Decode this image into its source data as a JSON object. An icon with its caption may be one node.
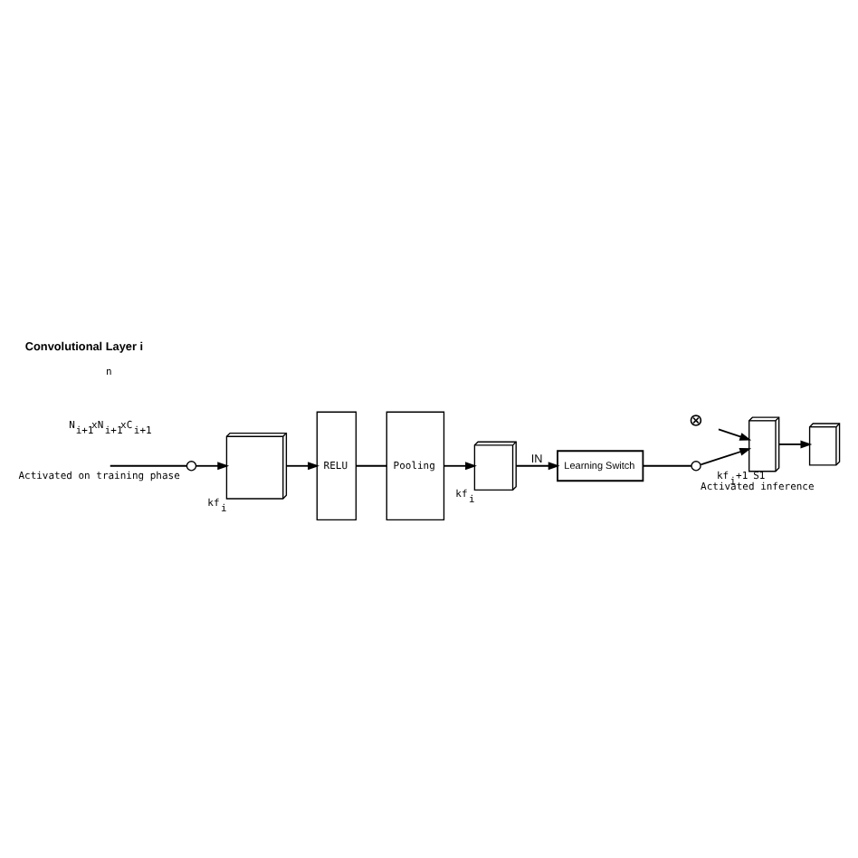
{
  "diagram": {
    "title": "Convolutional Layer i",
    "nodes": [
      {
        "text": [],
        "shape": "box",
        "beside": [
          "kf$_{i}$"
        ]
      },
      {
        "text": [
          "RELU"
        ]
      },
      {
        "text": [
          "Pooling"
        ]
      },
      {
        "text": [],
        "shape": "box",
        "beside": [
          "kf$_{i}$"
        ]
      },
      {
        "text": [
          "⊗"
        ]
      },
      {
        "text": [],
        "shape": "box",
        "beside": [
          "kf$_{i}$+1"
        ]
      },
      {
        "text": [],
        "shape": "box"
      },
      {
        "text": [
          "Learning Switch"
        ]
      },
      {
        "text": [],
        "shape": "circle",
        "beside": [
          "Activated on training phase"
        ]
      },
      {
        "text": [],
        "shape": "circle",
        "beside": [
          "S1",
          "Activated inference"
        ]
      }
    ],
    "edges": [
      {
        "from": 0,
        "to": 1,
        "arrow": "to"
      },
      {
        "from": 1,
        "to": 2,
        "arrow": "none"
      },
      {
        "from": 2,
        "to": 3,
        "arrow": "to"
      },
      {
        "from": 3,
        "to": 7,
        "arrow": "to",
        "label": "IN"
      },
      {
        "from": 4,
        "to": 5,
        "arrow": "to"
      },
      {
        "from": 5,
        "to": 6,
        "arrow": "to"
      },
      {
        "from": 8,
        "to": 0,
        "arrow": "to"
      },
      {
        "from": null,
        "to": 8,
        "arrow": "none"
      },
      {
        "from": 7,
        "to": 9,
        "arrow": "none"
      },
      {
        "from": 9,
        "to": 5,
        "arrow": "to"
      }
    ],
    "labels": [
      "N$_{i+1}$xN$_{i+1}$xC$_{i+1}$",
      "n"
    ]
  }
}
